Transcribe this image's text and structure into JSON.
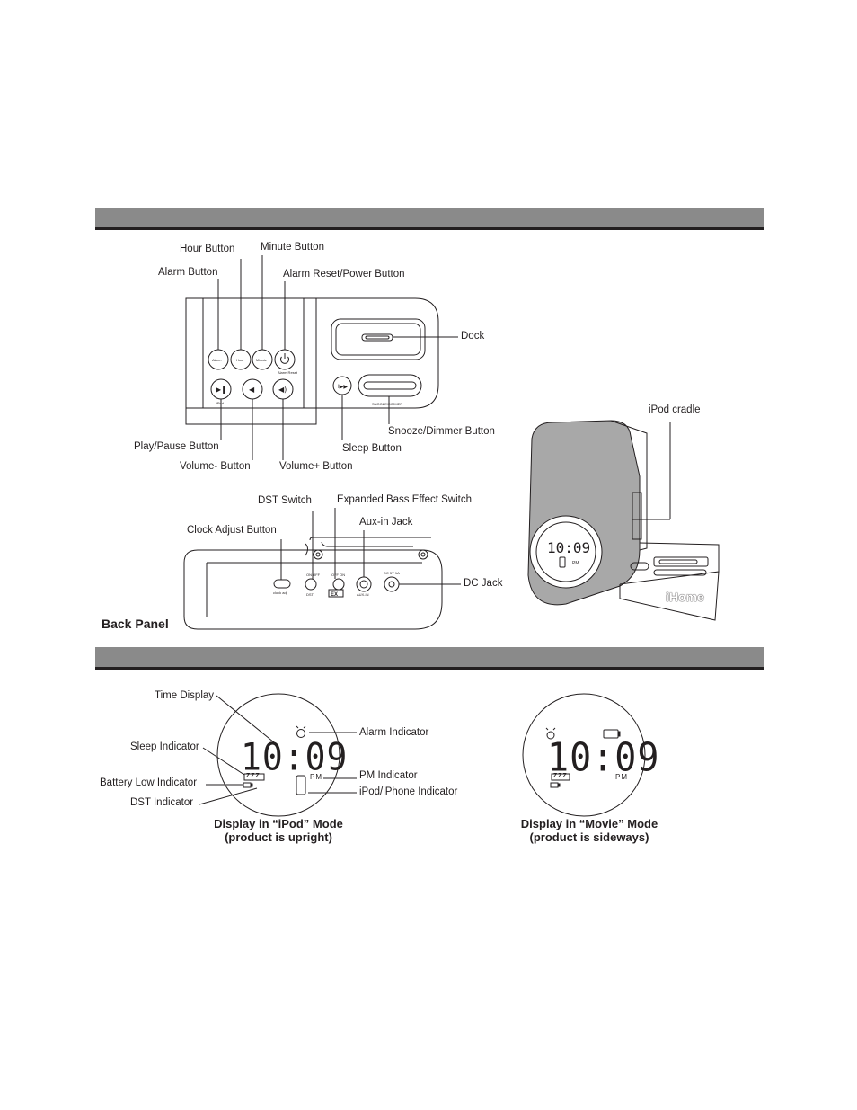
{
  "front": {
    "hour_button": "Hour Button",
    "minute_button": "Minute Button",
    "alarm_button": "Alarm Button",
    "alarm_reset_power_button": "Alarm Reset/Power Button",
    "dock": "Dock",
    "play_pause_button": "Play/Pause Button",
    "volume_minus_button": "Volume- Button",
    "volume_plus_button": "Volume+ Button",
    "sleep_button": "Sleep Button",
    "snooze_dimmer_button": "Snooze/Dimmer Button"
  },
  "device": {
    "ipod_cradle": "iPod cradle",
    "brand": "iHome",
    "screen_time": "10:09",
    "screen_pm": "PM"
  },
  "back": {
    "dst_switch": "DST Switch",
    "expanded_bass_effect_switch": "Expanded Bass Effect Switch",
    "aux_in_jack": "Aux-in Jack",
    "clock_adjust_button": "Clock Adjust Button",
    "dc_jack": "DC Jack",
    "title": "Back Panel"
  },
  "display": {
    "time_display": "Time Display",
    "alarm_indicator": "Alarm Indicator",
    "sleep_indicator": "Sleep Indicator",
    "pm_indicator": "PM Indicator",
    "battery_low_indicator": "Battery Low Indicator",
    "ipod_iphone_indicator": "iPod/iPhone Indicator",
    "dst_indicator": "DST Indicator",
    "time_value": "10:09",
    "pm": "PM",
    "sleep_zzz": "ZZZ",
    "ipod_mode_caption_1": "Display in “iPod” Mode",
    "ipod_mode_caption_2": "(product is upright)",
    "movie_mode_caption_1": "Display in “Movie” Mode",
    "movie_mode_caption_2": "(product is sideways)"
  }
}
